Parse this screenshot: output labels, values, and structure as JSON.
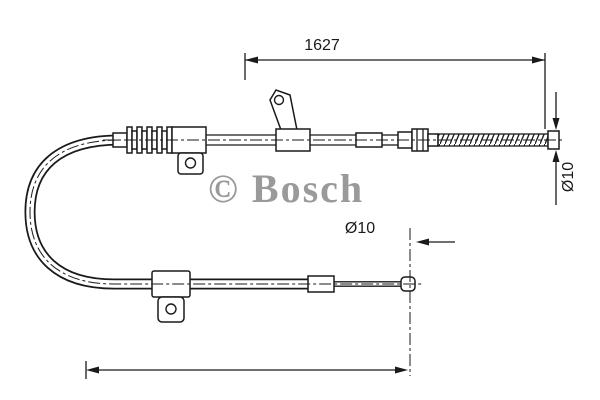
{
  "diagram": {
    "type": "technical-part-drawing",
    "subject": "parking brake cable",
    "watermark": "© Bosch",
    "dimensions": {
      "overall_length": "1627",
      "diameter_right": "Ø10",
      "diameter_bottom": "Ø10"
    },
    "colors": {
      "line": "#1a1a1a",
      "watermark": "#9a9a9a",
      "background": "#ffffff"
    }
  }
}
